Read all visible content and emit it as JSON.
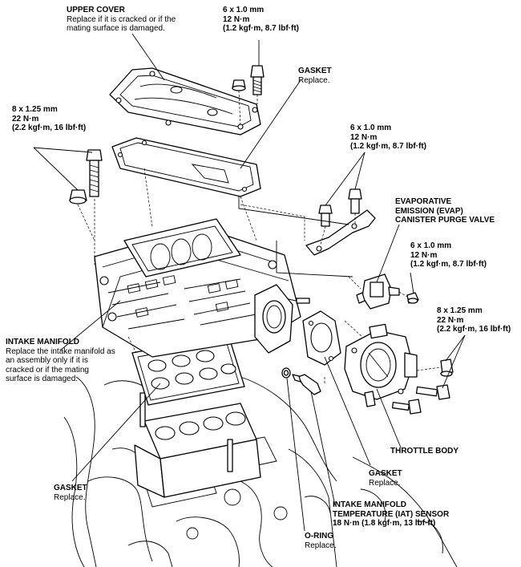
{
  "labels": {
    "upper_cover": {
      "title": "UPPER COVER",
      "note1": "Replace if it is cracked or if the",
      "note2": "mating surface is damaged."
    },
    "spec_bolt_upper": {
      "size": "6 x 1.0 mm",
      "torque": "12 N·m",
      "alt": "(1.2 kgf·m, 8.7 lbf·ft)"
    },
    "gasket_upper": {
      "title": "GASKET",
      "note": "Replace."
    },
    "spec_bolt_left": {
      "size": "8 x 1.25 mm",
      "torque": "22 N·m",
      "alt": "(2.2 kgf·m, 16 lbf·ft)"
    },
    "spec_bolt_bracket": {
      "size": "6 x 1.0 mm",
      "torque": "12 N·m",
      "alt": "(1.2 kgf·m, 8.7 lbf·ft)"
    },
    "evap_valve": {
      "line1": "EVAPORATIVE",
      "line2": "EMISSION (EVAP)",
      "line3": "CANISTER PURGE VALVE"
    },
    "spec_bolt_evap": {
      "size": "6 x 1.0 mm",
      "torque": "12 N·m",
      "alt": "(1.2 kgf·m, 8.7 lbf·ft)"
    },
    "spec_bolt_throttle": {
      "size": "8 x 1.25 mm",
      "torque": "22 N·m",
      "alt": "(2.2 kgf·m, 16 lbf·ft)"
    },
    "intake_manifold": {
      "title": "INTAKE MANIFOLD",
      "note1": "Replace the intake manifold as",
      "note2": "an assembly only if it is",
      "note3": "cracked or if the mating",
      "note4": "surface is damaged."
    },
    "throttle_body": {
      "title": "THROTTLE BODY"
    },
    "gasket_throttle": {
      "title": "GASKET",
      "note": "Replace."
    },
    "gasket_lower": {
      "title": "GASKET",
      "note": "Replace."
    },
    "iat_sensor": {
      "line1": "INTAKE MANIFOLD",
      "line2": "TEMPERATURE (IAT) SENSOR",
      "spec": "18 N·m (1.8 kgf·m, 13 lbf·ft)"
    },
    "o_ring": {
      "title": "O-RING",
      "note": "Replace."
    }
  }
}
